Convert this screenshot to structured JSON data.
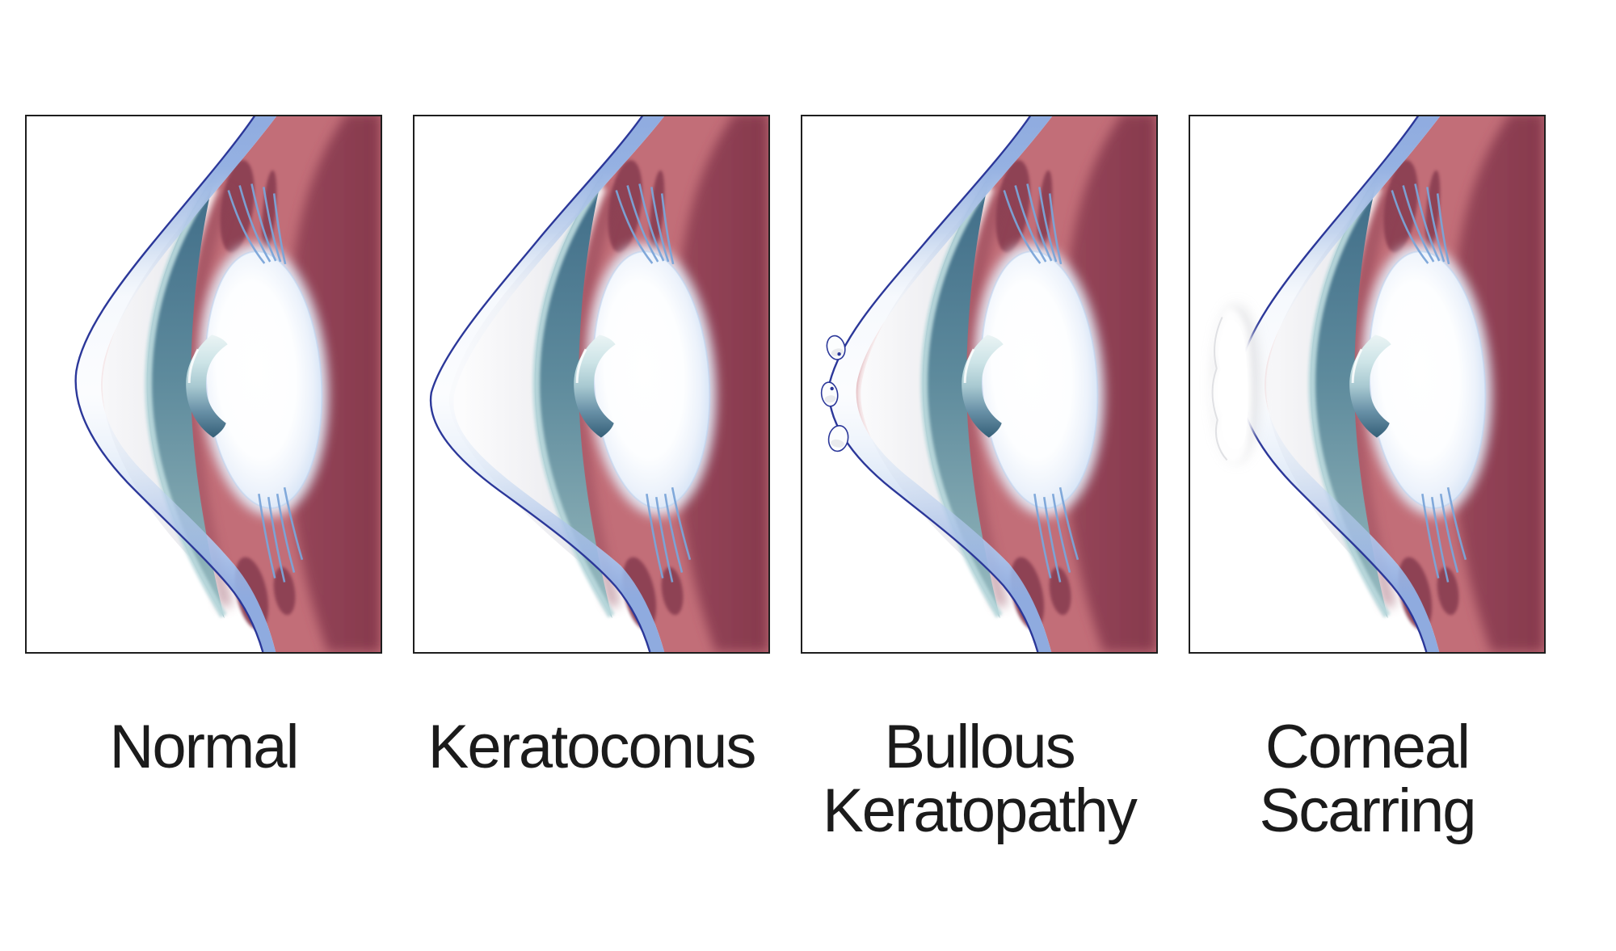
{
  "figure": {
    "panels": [
      {
        "id": "normal",
        "variant": "normal",
        "label_lines": [
          "Normal"
        ]
      },
      {
        "id": "keratoconus",
        "variant": "keratoconus",
        "label_lines": [
          "Keratoconus"
        ]
      },
      {
        "id": "bullous-keratopathy",
        "variant": "bullous",
        "label_lines": [
          "Bullous",
          "Keratopathy"
        ]
      },
      {
        "id": "corneal-scarring",
        "variant": "scarring",
        "label_lines": [
          "Corneal",
          "Scarring"
        ]
      }
    ],
    "colors": {
      "background": "#ffffff",
      "panel_border": "#1e1e1e",
      "outline_navy": "#2b3799",
      "sclera_blue": "#8fabdf",
      "sclera_blue_light": "#c9d7f0",
      "tissue_salmon": "#c26e78",
      "tissue_maroon": "#9b4a5c",
      "tissue_maroon_deep": "#86394d",
      "arch_maroon": "#8c4053",
      "iris_dark": "#3d6a86",
      "iris_mid": "#5d8a9c",
      "iris_light": "#b9d8dc",
      "pupil_dark": "#2e5972",
      "lens_edge": "#c7d8f1",
      "lens_core": "#ffffff",
      "zonule_blue": "#7aa4d8",
      "chamber_gray": "#e8e9ed",
      "scar_white": "#ffffff",
      "scar_gray": "#d3d4d8",
      "label_text": "#1b1b1b"
    }
  }
}
